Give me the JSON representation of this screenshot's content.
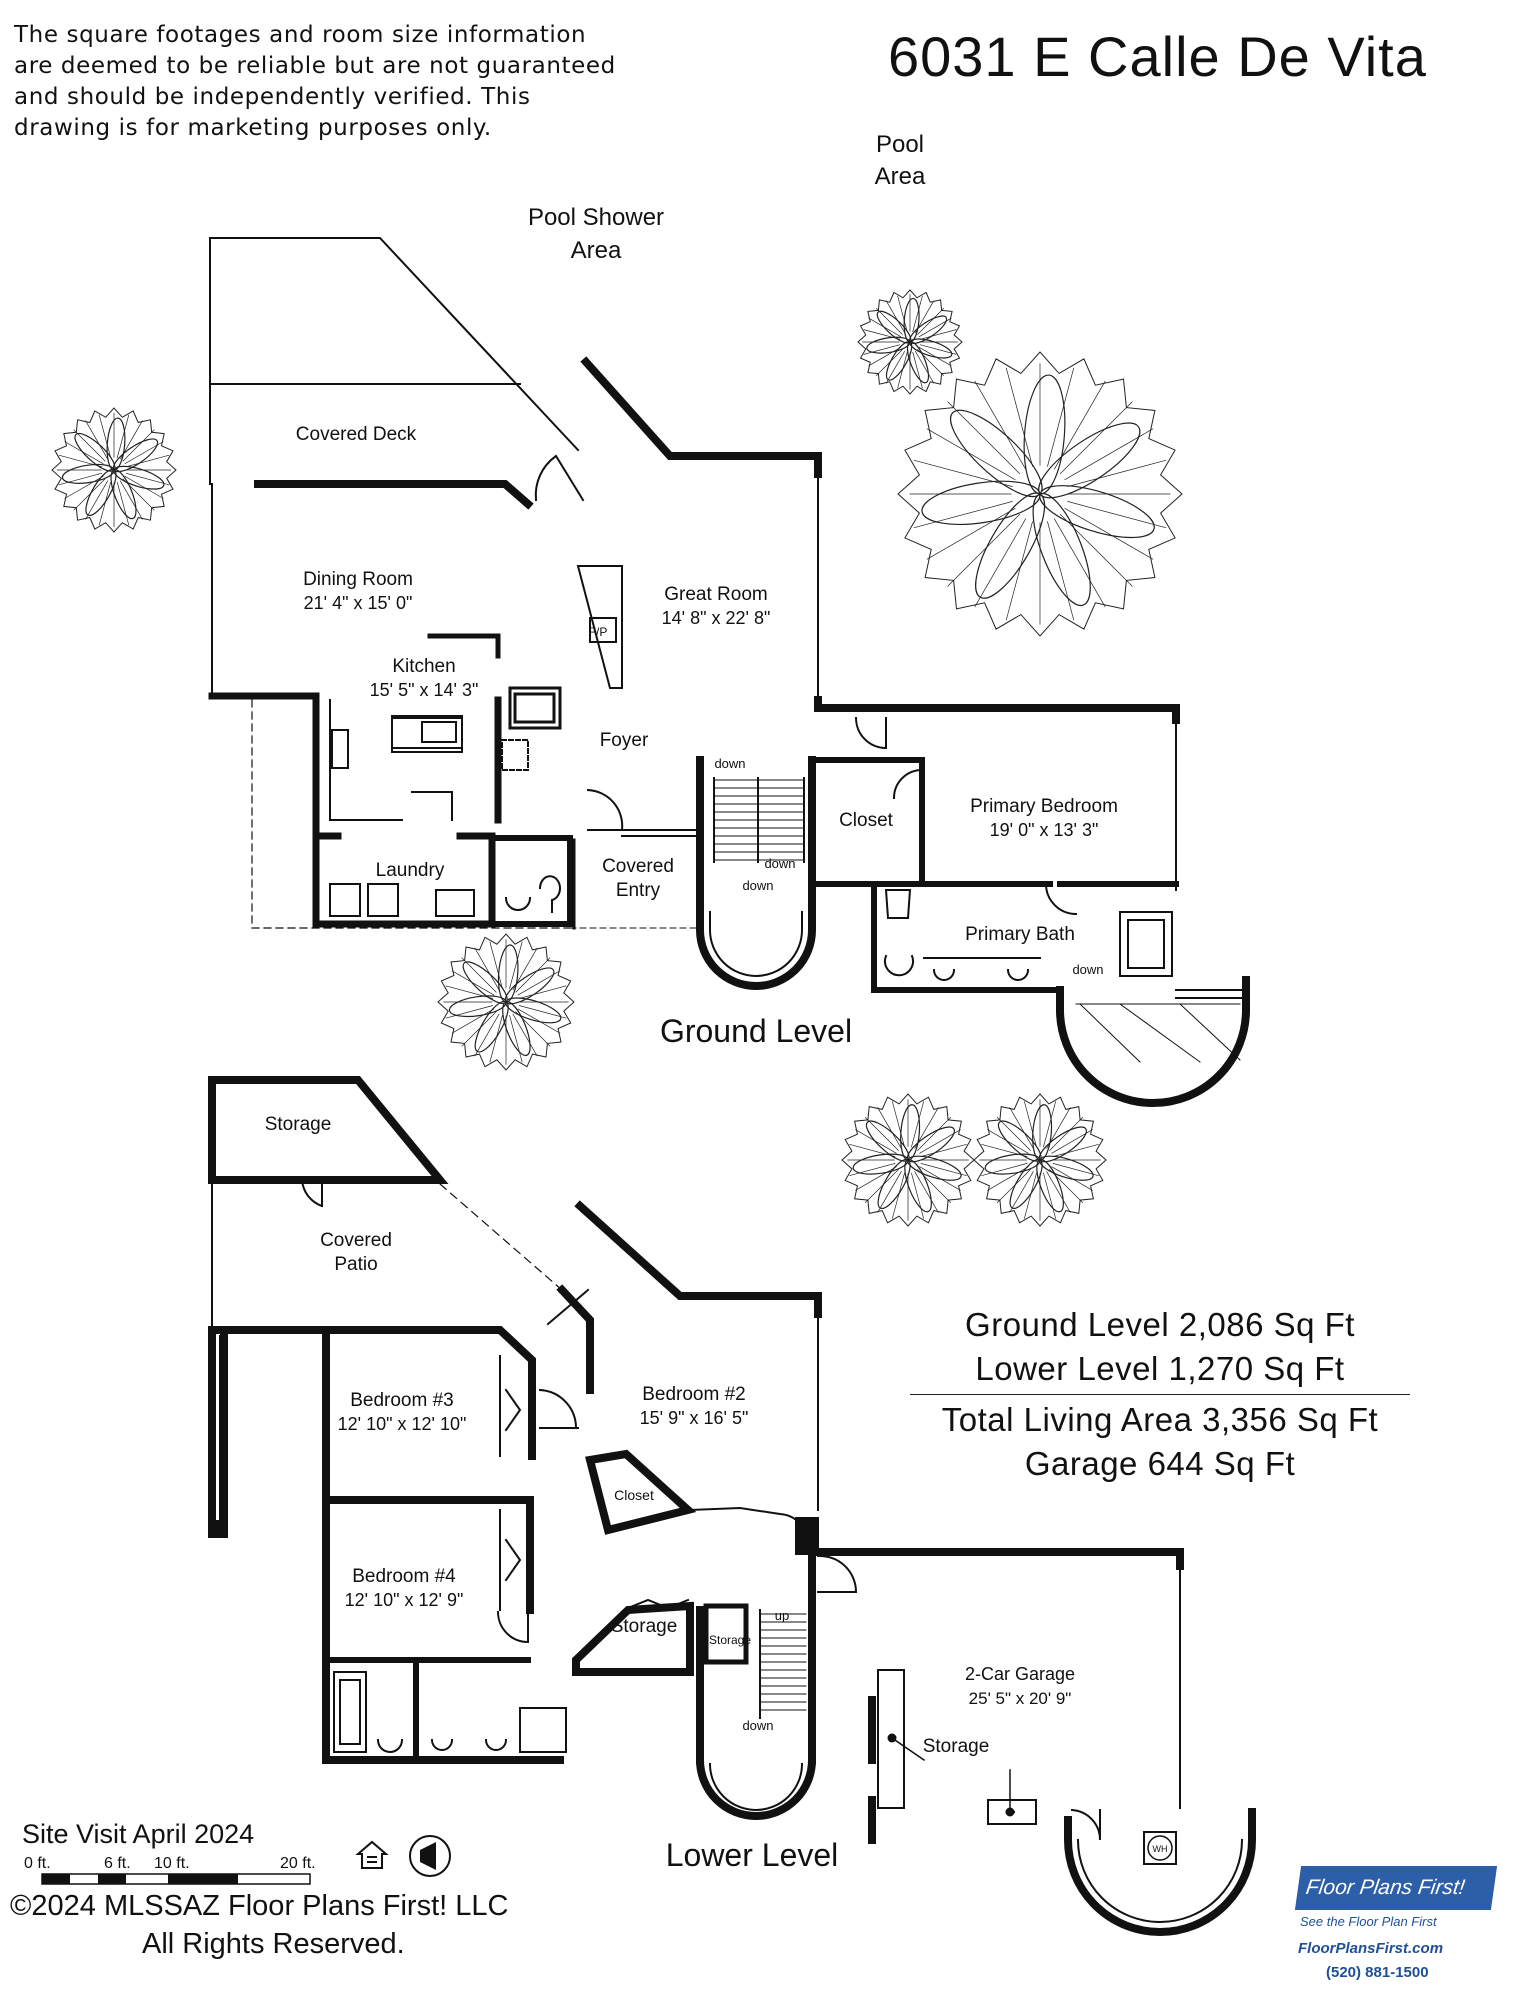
{
  "disclaimer": [
    "The square footages and room size information",
    "are deemed to be reliable but are not guaranteed",
    "and should be independently verified. This",
    "drawing is for marketing purposes only."
  ],
  "address": "6031 E Calle De Vita",
  "levels": {
    "ground": "Ground Level",
    "lower": "Lower Level"
  },
  "rooms": {
    "pool_area": [
      "Pool",
      "Area"
    ],
    "pool_shower": [
      "Pool Shower",
      "Area"
    ],
    "covered_deck": "Covered Deck",
    "dining_room": [
      "Dining Room",
      "21' 4\" x 15' 0\""
    ],
    "great_room": [
      "Great Room",
      "14' 8\" x 22' 8\""
    ],
    "fireplace": "F/P",
    "kitchen": [
      "Kitchen",
      "15' 5\" x 14' 3\""
    ],
    "foyer": "Foyer",
    "closet": "Closet",
    "primary_bedroom": [
      "Primary Bedroom",
      "19' 0\" x 13' 3\""
    ],
    "laundry": "Laundry",
    "covered_entry": [
      "Covered",
      "Entry"
    ],
    "primary_bath": "Primary Bath",
    "storage_top": "Storage",
    "covered_patio": [
      "Covered",
      "Patio"
    ],
    "bedroom3": [
      "Bedroom #3",
      "12' 10\" x 12' 10\""
    ],
    "bedroom2": [
      "Bedroom #2",
      "15' 9\" x 16' 5\""
    ],
    "closet_lower": "Closet",
    "bedroom4": [
      "Bedroom #4",
      "12' 10\" x 12' 9\""
    ],
    "storage_lower": "Storage",
    "storage_small": "Storage",
    "garage": [
      "2-Car Garage",
      "25' 5\" x 20' 9\""
    ],
    "storage_garage": "Storage",
    "water_heater": "WH"
  },
  "stair_labels": {
    "down": "down",
    "up": "up"
  },
  "area_stats": {
    "ground": "Ground Level 2,086 Sq Ft",
    "lower": "Lower Level  1,270 Sq Ft",
    "total": "Total Living Area 3,356 Sq Ft",
    "garage": "Garage 644 Sq Ft"
  },
  "site_visit": "Site Visit April 2024",
  "scale_labels": [
    "0 ft.",
    "6 ft.",
    "10 ft.",
    "20 ft."
  ],
  "copyright": [
    "©2024 MLSSAZ Floor Plans First! LLC",
    "All Rights Reserved."
  ],
  "logo": {
    "brand": "Floor Plans First!",
    "slogan": "See the Floor Plan First",
    "website": "FloorPlansFirst.com",
    "phone": "(520) 881-1500",
    "color": "#2c5fa8"
  },
  "icons": [
    "tree-icon",
    "equal-housing-icon",
    "north-arrow-icon"
  ]
}
